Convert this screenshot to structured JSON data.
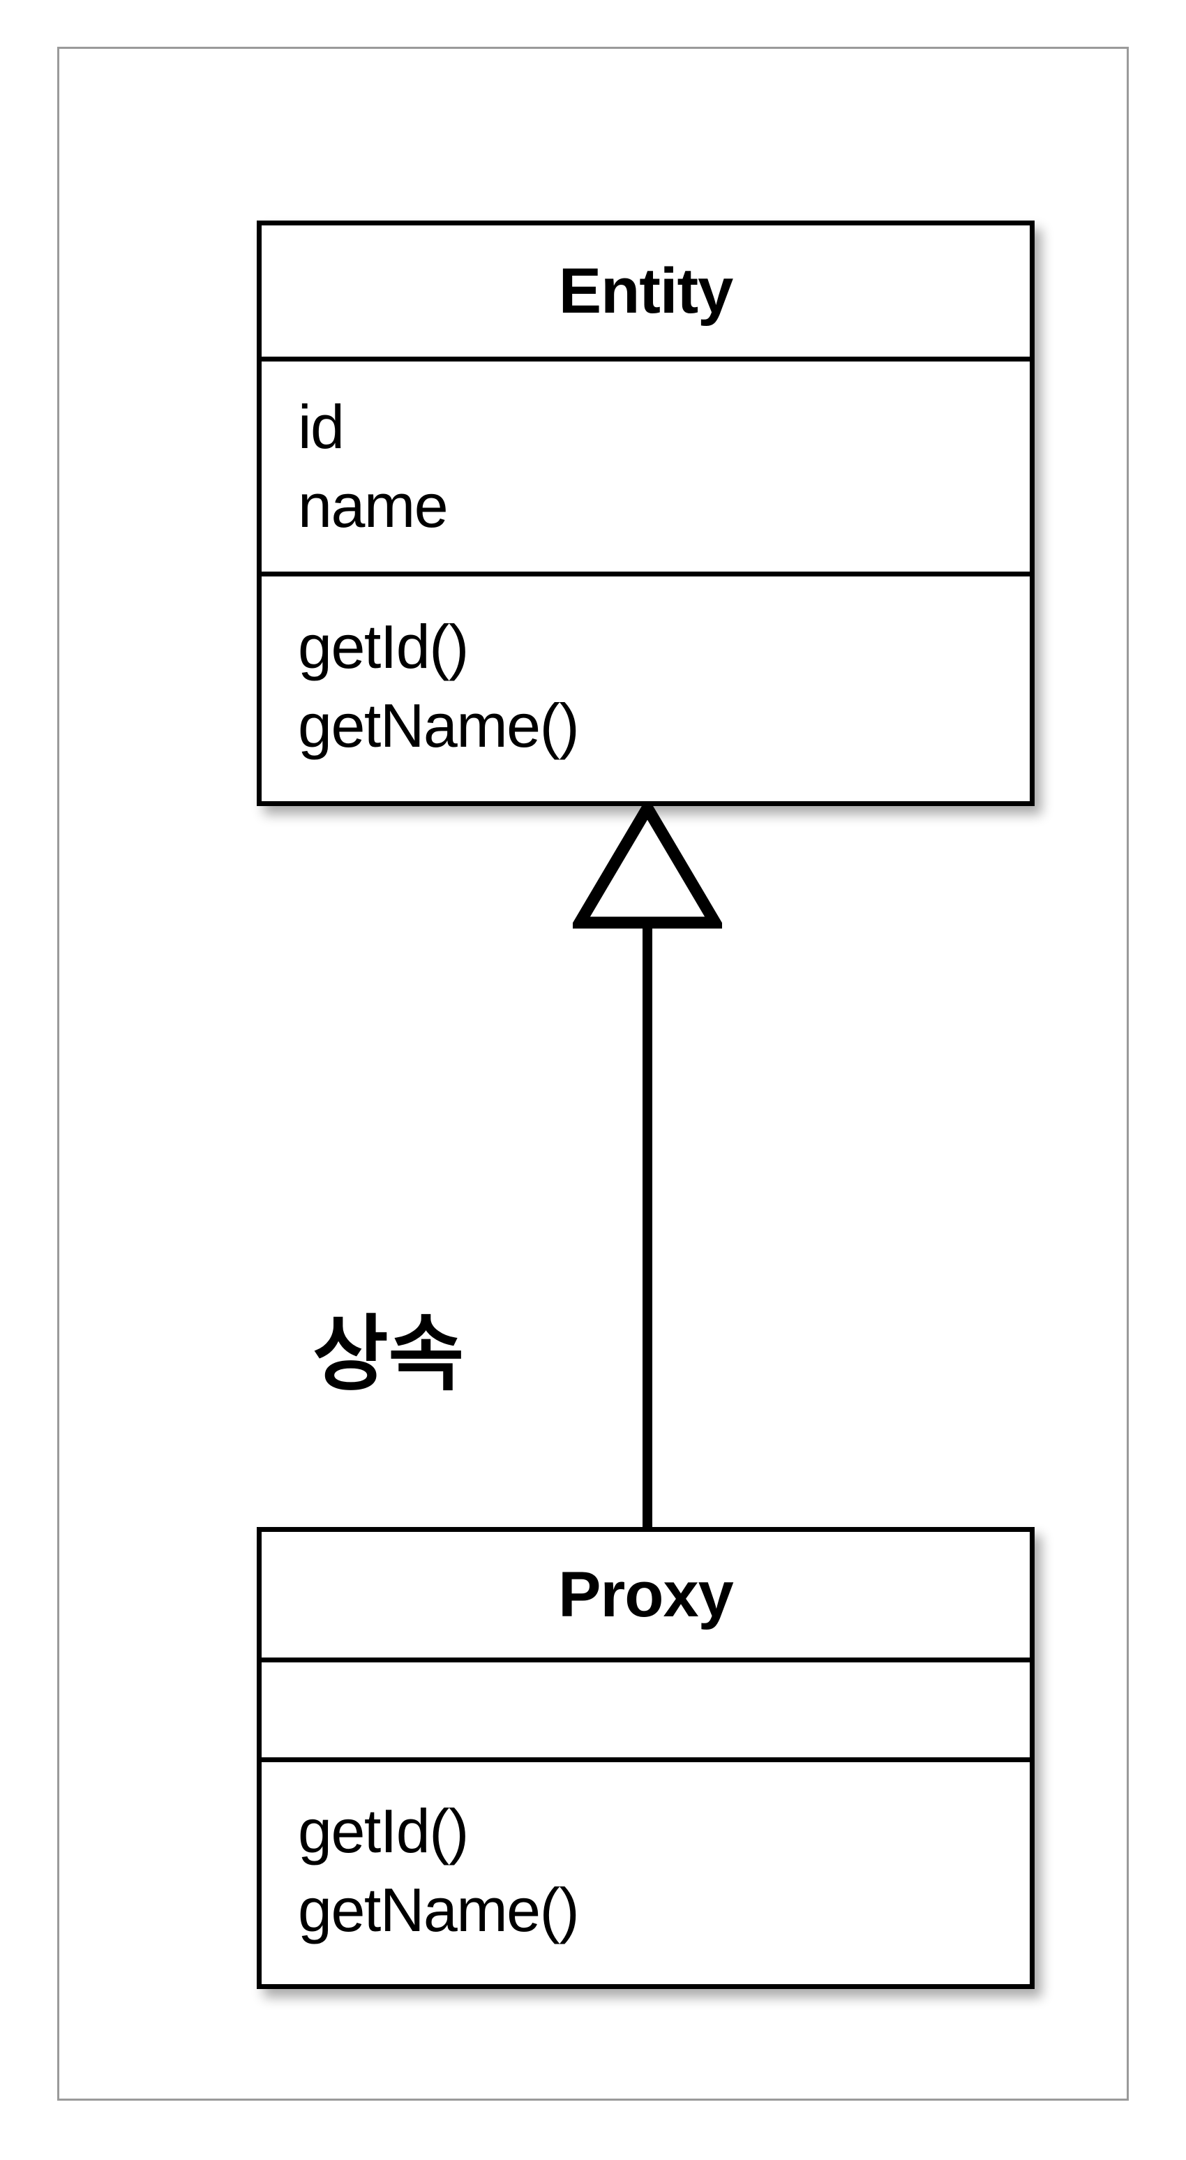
{
  "diagram": {
    "type": "uml-class-diagram",
    "frame_border_color": "#9a9a9a",
    "stroke_color": "#000000",
    "background_color": "#ffffff",
    "classes": [
      {
        "id": "entity",
        "name": "Entity",
        "attributes": [
          "id",
          "name"
        ],
        "operations": [
          "getId()",
          "getName()"
        ]
      },
      {
        "id": "proxy",
        "name": "Proxy",
        "attributes": [],
        "operations": [
          "getId()",
          "getName()"
        ]
      }
    ],
    "relationship": {
      "kind": "generalization",
      "label": "상속",
      "from": "Proxy",
      "to": "Entity",
      "arrowhead": "hollow-triangle"
    }
  }
}
